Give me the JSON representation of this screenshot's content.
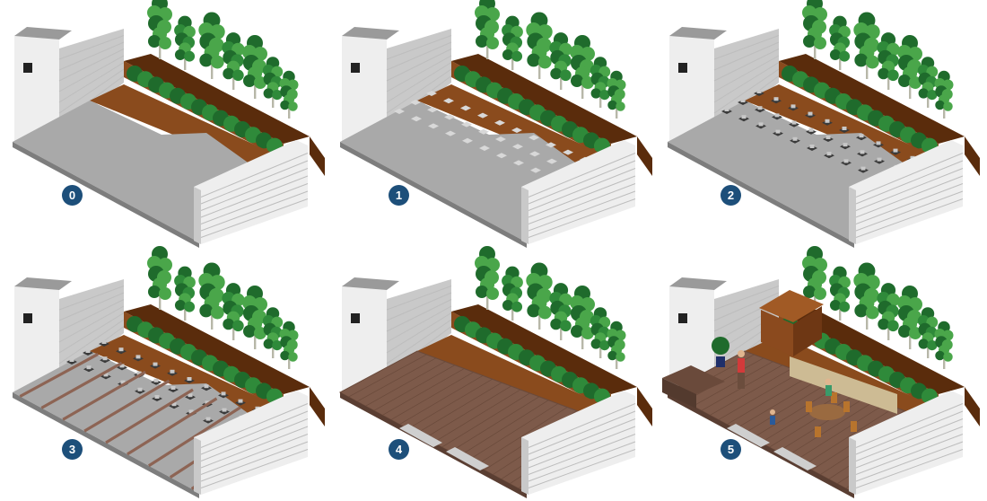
{
  "colors": {
    "badge": "#1d4f7a",
    "wall_front": "#eeeeee",
    "wall_side": "#c9c9c9",
    "wall_stripe": "#bdbdbd",
    "wall_top": "#9a9a9a",
    "concrete": "#a9a9a9",
    "concrete_edge": "#7d7d7d",
    "soil": "#8a4b1d",
    "soil_dark": "#5a2c0c",
    "deck": "#7d5a4a",
    "deck_line": "#6a4a3b",
    "rail": "#8d6454",
    "tree_dark": "#1f6b2c",
    "tree_mid": "#2f8a3a",
    "tree_light": "#4aa64a",
    "trunk": "#b7b7a8",
    "hut": "#8b4a1e",
    "stone": "#cdbb94"
  },
  "steps": [
    {
      "number": "0",
      "stage": "bare"
    },
    {
      "number": "1",
      "stage": "pads"
    },
    {
      "number": "2",
      "stage": "pedestals"
    },
    {
      "number": "3",
      "stage": "joists"
    },
    {
      "number": "4",
      "stage": "decking"
    },
    {
      "number": "5",
      "stage": "furnished"
    }
  ]
}
